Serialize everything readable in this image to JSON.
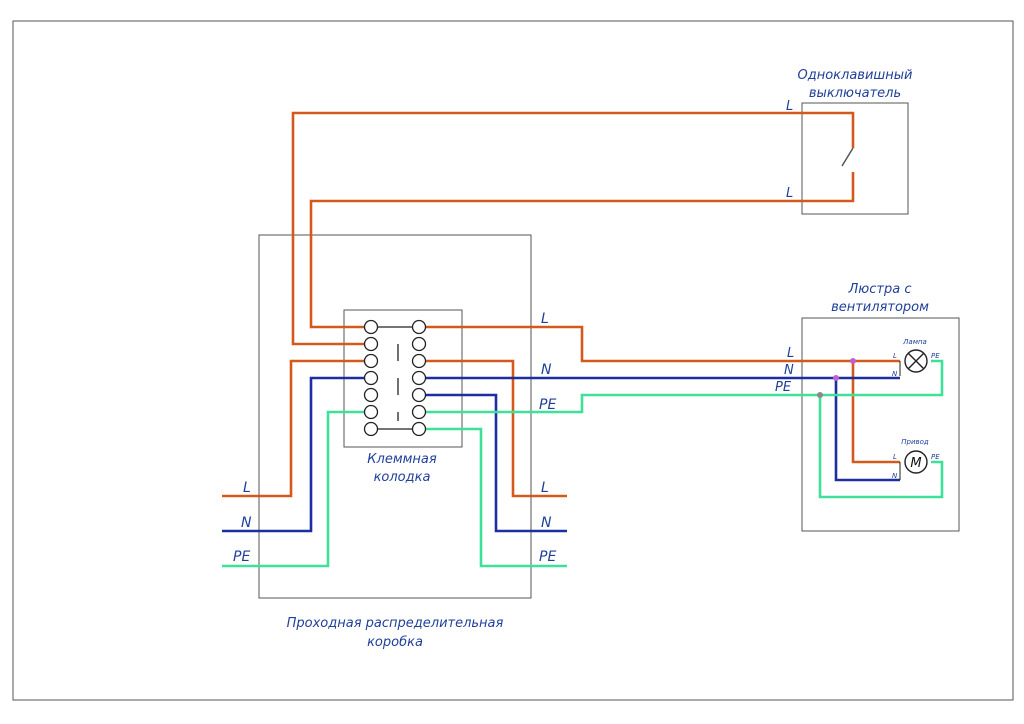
{
  "colors": {
    "phase": "#d35a1c",
    "neutral": "#1c2ea0",
    "earth": "#3ee09a",
    "text": "#1f3f9a",
    "outline": "#555555",
    "junction_n": "#c060d0",
    "junction_pe": "#8a8a8a"
  },
  "labels": {
    "switch_title_1": "Одноклавишный",
    "switch_title_2": "выключатель",
    "switch_l_top": "L",
    "switch_l_bottom": "L",
    "chandelier_title_1": "Люстра с",
    "chandelier_title_2": "вентилятором",
    "chandelier_l": "L",
    "chandelier_n": "N",
    "chandelier_pe": "PE",
    "lamp_title": "Лампа",
    "lamp_l": "L",
    "lamp_n": "N",
    "lamp_pe": "PE",
    "motor_title": "Привод",
    "motor_symbol": "M",
    "motor_l": "L",
    "motor_n": "N",
    "motor_pe": "PE",
    "block_title_1": "Клеммная",
    "block_title_2": "колодка",
    "box_out_l": "L",
    "box_out_n": "N",
    "box_out_pe": "PE",
    "input_l": "L",
    "input_n": "N",
    "input_pe": "PE",
    "output_l": "L",
    "output_n": "N",
    "output_pe": "PE",
    "box_title_1": "Проходная распределительная",
    "box_title_2": "коробка"
  }
}
